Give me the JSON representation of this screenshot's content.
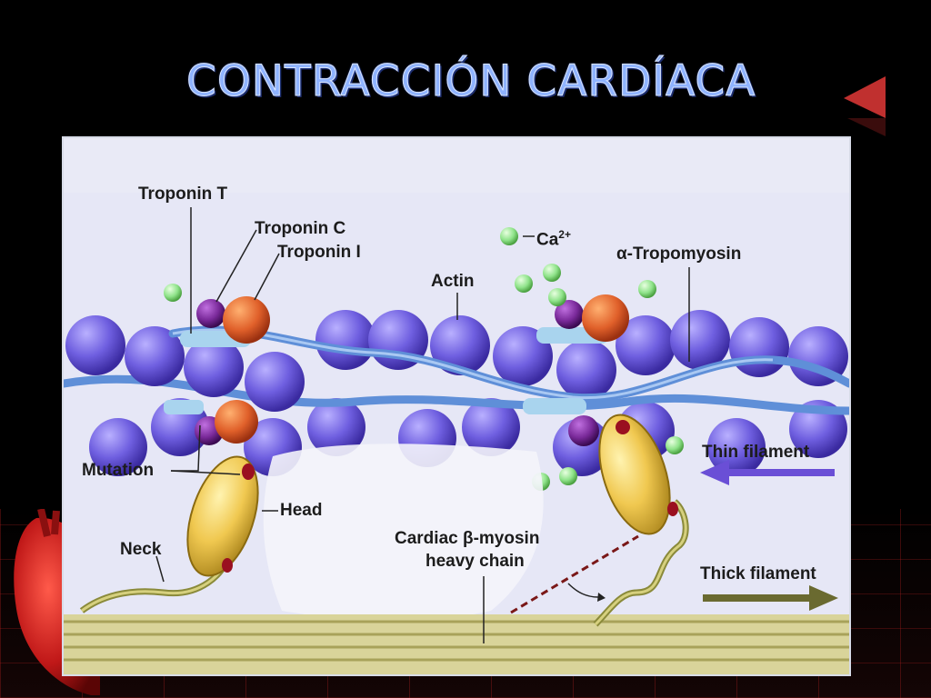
{
  "slide": {
    "title": "CONTRACCIÓN CARDÍACA"
  },
  "nav": {
    "icon": "triangle-left-icon",
    "color": "#c0302f"
  },
  "diagram": {
    "labels": {
      "troponin_t": "Troponin T",
      "troponin_c": "Troponin C",
      "troponin_i": "Troponin I",
      "ca_prefix": "Ca",
      "ca_charge": "2+",
      "actin": "Actin",
      "tropomyosin": "α-Tropomyosin",
      "mutation": "Mutation",
      "head": "Head",
      "neck": "Neck",
      "myosin_line1": "Cardiac β-myosin",
      "myosin_line2": "heavy chain",
      "thin_filament": "Thin filament",
      "thick_filament": "Thick filament"
    },
    "colors": {
      "actin": "#6f5fe0",
      "tropomyosin": "#5f8fd8",
      "troponin_c": "#7a2a9a",
      "troponin_i": "#e0602a",
      "calcium": "#8fe38a",
      "myosin_head": "#f0c850",
      "thick_filament": "#c8c07a",
      "thin_arrow": "#6a4fd6",
      "thick_arrow": "#6a6a30"
    }
  }
}
